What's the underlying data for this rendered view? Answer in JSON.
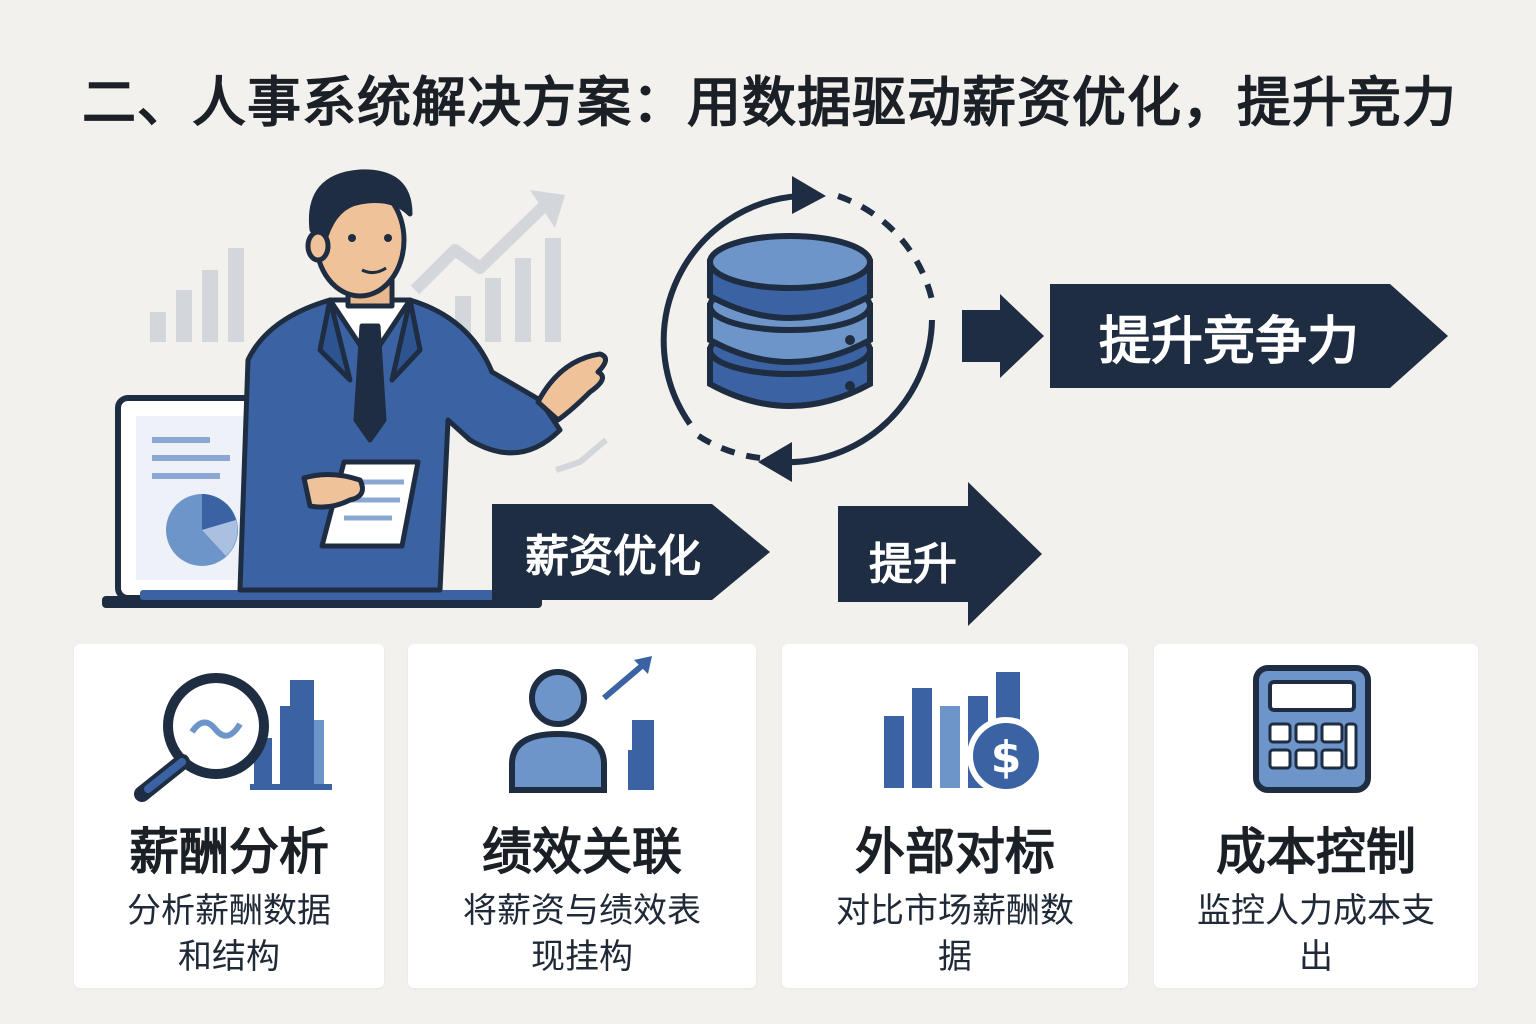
{
  "title": "二、人事系统解决方案：用数据驱动薪资优化，提升竞力",
  "banners": {
    "compete": "提升竞争力",
    "salary": "薪资优化",
    "boost": "提升"
  },
  "colors": {
    "navy": "#1e2d42",
    "blue": "#3b63a3",
    "light_blue": "#6e95c9",
    "background": "#f2f1ee"
  },
  "cards": [
    {
      "icon": "magnifier-chart-icon",
      "title": "薪酬分析",
      "desc": "分析薪酬数据和结构"
    },
    {
      "icon": "person-growth-icon",
      "title": "绩效关联",
      "desc": "将薪资与绩效表现挂构"
    },
    {
      "icon": "bar-dollar-icon",
      "title": "外部对标",
      "desc": "对比市场薪酬数据"
    },
    {
      "icon": "calculator-icon",
      "title": "成本控制",
      "desc": "监控人力成本支出"
    }
  ]
}
